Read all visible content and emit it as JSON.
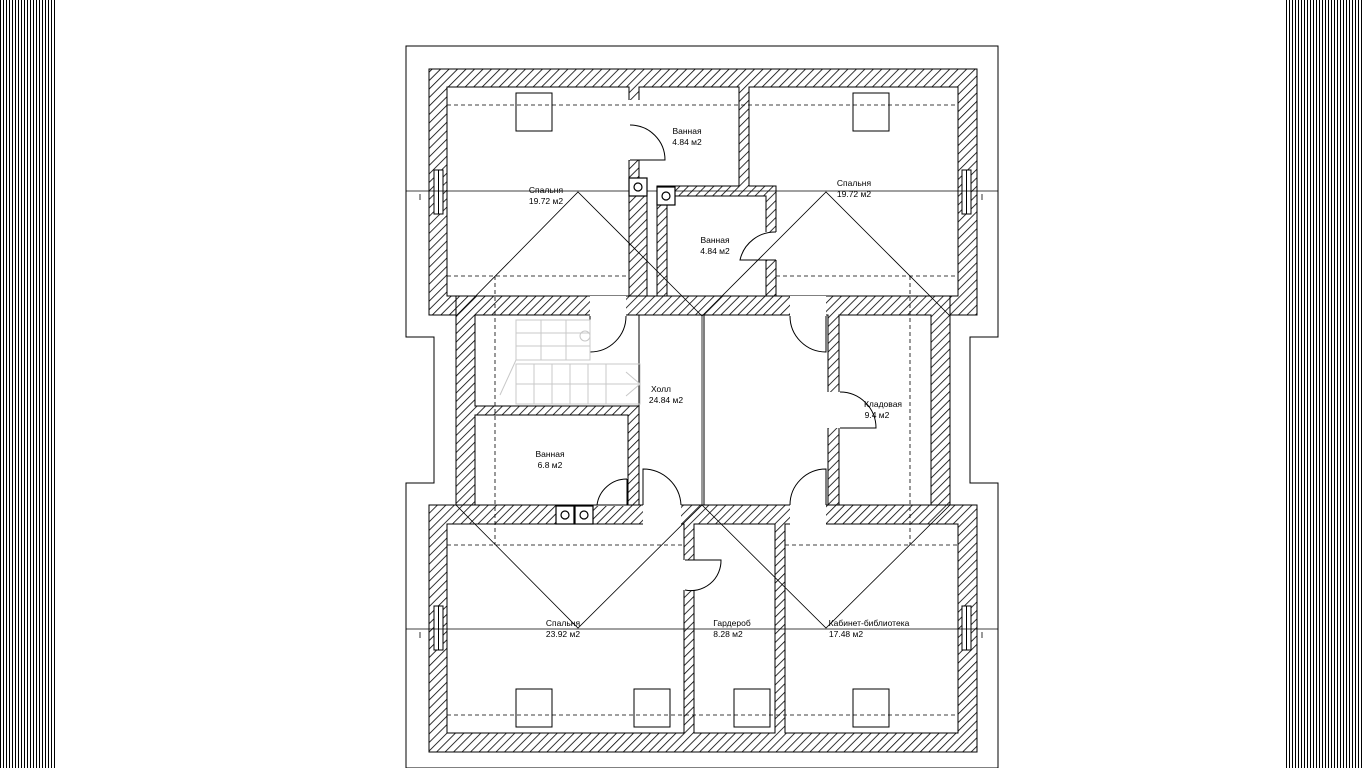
{
  "rooms": [
    {
      "id": "bed-nw",
      "name": "Спальня",
      "area": "19.72 м2"
    },
    {
      "id": "bath-top",
      "name": "Ванная",
      "area": "4.84 м2"
    },
    {
      "id": "bath-mid",
      "name": "Ванная",
      "area": "4.84 м2"
    },
    {
      "id": "bed-ne",
      "name": "Спальня",
      "area": "19.72 м2"
    },
    {
      "id": "hall",
      "name": "Холл",
      "area": "24.84 м2"
    },
    {
      "id": "pantry",
      "name": "Кладовая",
      "area": "9.4 м2"
    },
    {
      "id": "bath-w",
      "name": "Ванная",
      "area": "6.8 м2"
    },
    {
      "id": "bed-sw",
      "name": "Спальня",
      "area": "23.92 м2"
    },
    {
      "id": "wardrobe",
      "name": "Гардероб",
      "area": "8.28 м2"
    },
    {
      "id": "study",
      "name": "Кабинет-библиотека",
      "area": "17.48 м2"
    }
  ],
  "colors": {
    "ink": "#000000",
    "stair": "#c8c8c8",
    "paper": "#ffffff"
  }
}
